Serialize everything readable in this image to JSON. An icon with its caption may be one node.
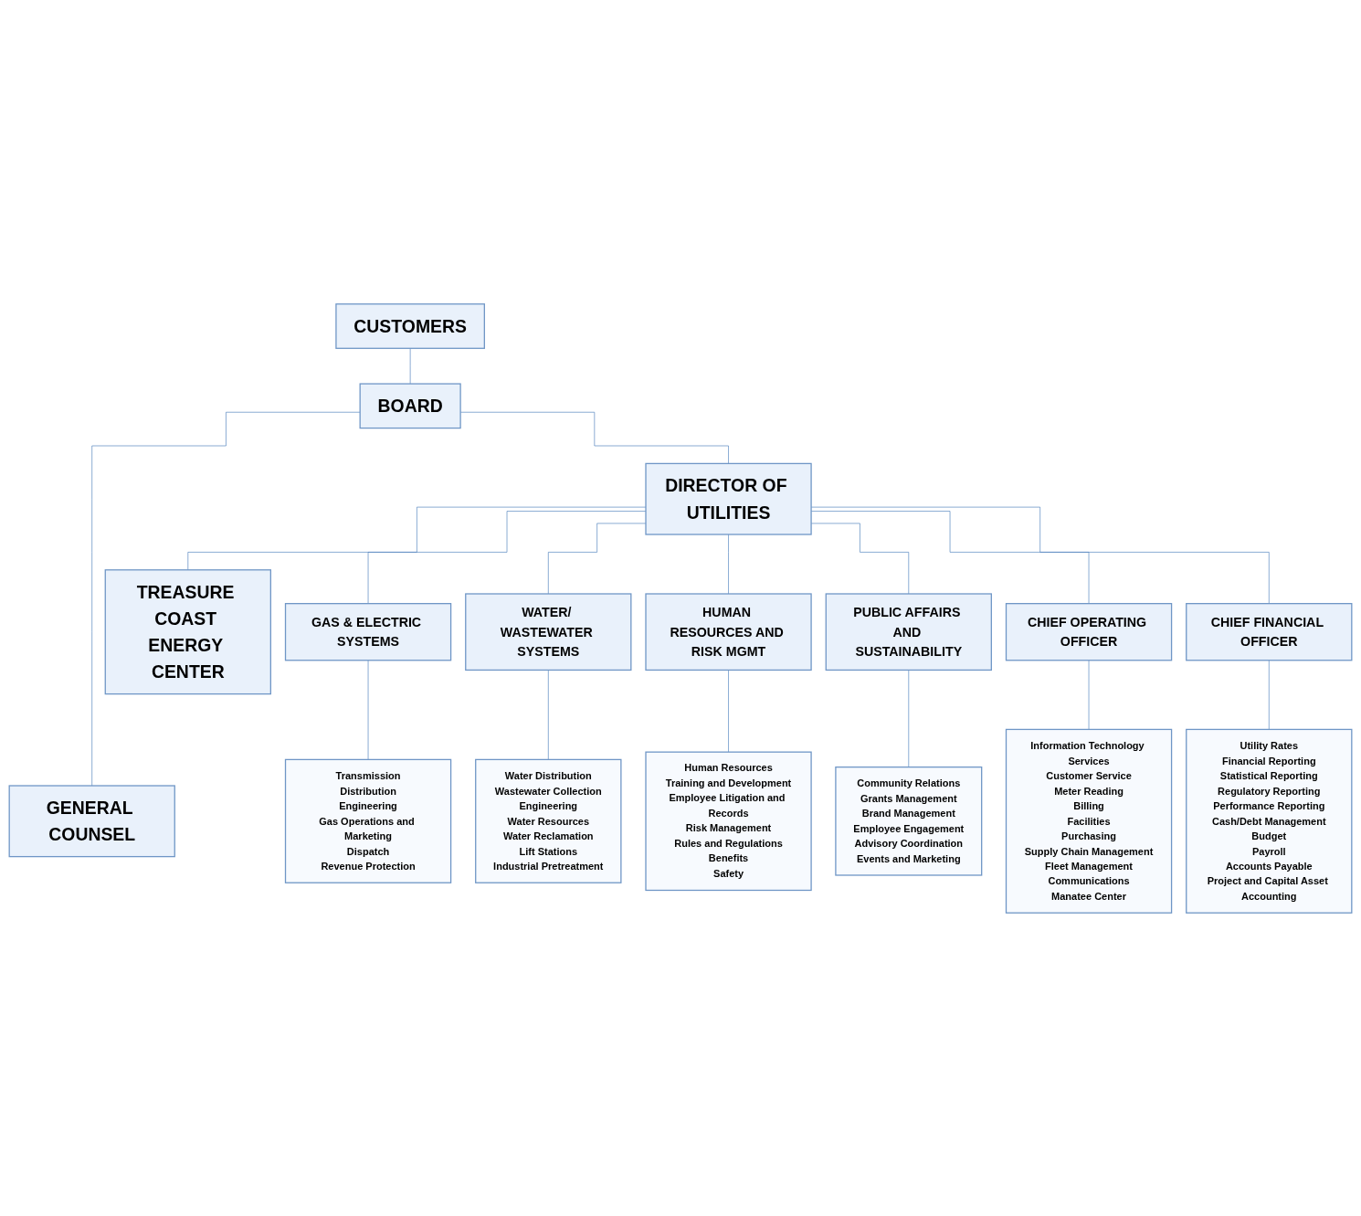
{
  "diagram": {
    "nodes": [
      {
        "text": [
          "CUSTOMERS"
        ]
      },
      {
        "text": [
          "BOARD"
        ]
      },
      {
        "text": [
          "GENERAL COUNSEL"
        ]
      },
      {
        "text": [
          "DIRECTOR OF UTILITIES"
        ]
      },
      {
        "text": [
          "TREASURE COAST ENERGY CENTER"
        ]
      },
      {
        "text": [
          "GAS & ELECTRIC SYSTEMS"
        ]
      },
      {
        "text": [
          "WATER/ WASTEWATER SYSTEMS"
        ]
      },
      {
        "text": [
          "HUMAN RESOURCES AND RISK MGMT"
        ]
      },
      {
        "text": [
          "PUBLIC AFFAIRS AND SUSTAINABILITY"
        ]
      },
      {
        "text": [
          "CHIEF OPERATING OFFICER"
        ]
      },
      {
        "text": [
          "CHIEF FINANCIAL OFFICER"
        ]
      },
      {
        "text": [
          "Transmission",
          "Distribution",
          "Engineering",
          "Gas Operations and Marketing",
          "Dispatch",
          "Revenue Protection"
        ]
      },
      {
        "text": [
          "Water Distribution",
          "Wastewater Collection",
          "Engineering",
          "Water Resources",
          "Water Reclamation",
          "Lift Stations",
          "Industrial Pretreatment"
        ]
      },
      {
        "text": [
          "Human Resources",
          "Training and Development",
          "Employee Litigation and Records",
          "Risk Management",
          "Rules and Regulations",
          "Benefits",
          "Safety"
        ]
      },
      {
        "text": [
          "Community Relations",
          "Grants Management",
          "Brand Management",
          "Employee Engagement",
          "Advisory Coordination",
          "Events and Marketing"
        ]
      },
      {
        "text": [
          "Information Technology Services",
          "Customer Service",
          "Meter Reading",
          "Billing",
          "Facilities",
          "Purchasing",
          "Supply Chain Management",
          "Fleet Management",
          "Communications",
          "Manatee Center"
        ]
      },
      {
        "text": [
          "Utility Rates",
          "Financial Reporting",
          "Statistical Reporting",
          "Regulatory Reporting",
          "Performance Reporting",
          "Cash/Debt Management",
          "Budget",
          "Payroll",
          "Accounts Payable",
          "Project and Capital Asset Accounting"
        ]
      }
    ],
    "edges": [
      {
        "from": 0,
        "to": 1,
        "arrow": "none"
      },
      {
        "from": 1,
        "to": 2,
        "arrow": "none"
      },
      {
        "from": 1,
        "to": 3,
        "arrow": "none"
      },
      {
        "from": 3,
        "to": 4,
        "arrow": "none"
      },
      {
        "from": 3,
        "to": 5,
        "arrow": "none"
      },
      {
        "from": 3,
        "to": 6,
        "arrow": "none"
      },
      {
        "from": 3,
        "to": 7,
        "arrow": "none"
      },
      {
        "from": 3,
        "to": 8,
        "arrow": "none"
      },
      {
        "from": 3,
        "to": 9,
        "arrow": "none"
      },
      {
        "from": 3,
        "to": 10,
        "arrow": "none"
      },
      {
        "from": 5,
        "to": 11,
        "arrow": "none"
      },
      {
        "from": 6,
        "to": 12,
        "arrow": "none"
      },
      {
        "from": 7,
        "to": 13,
        "arrow": "none"
      },
      {
        "from": 8,
        "to": 14,
        "arrow": "none"
      },
      {
        "from": 9,
        "to": 15,
        "arrow": "none"
      },
      {
        "from": 10,
        "to": 16,
        "arrow": "none"
      }
    ]
  }
}
